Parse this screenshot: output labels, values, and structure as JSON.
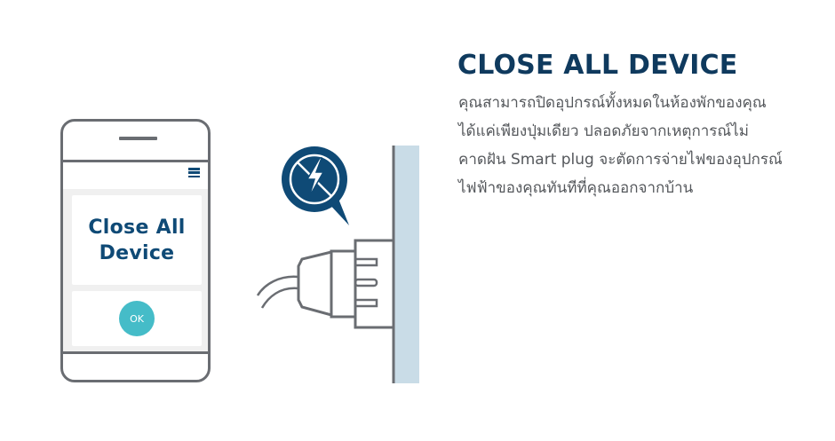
{
  "heading": {
    "title": "CLOSE ALL DEVICE"
  },
  "description": {
    "lines": [
      "คุณสามารถปิดอุปกรณ์ทั้งหมดในห้องพักของคุณ",
      "ได้แค่เพียงปุ่มเดียว ปลอดภัยจากเหตุการณ์ไม่",
      "คาดฝัน Smart plug จะตัดการจ่ายไฟของอุปกรณ์",
      "ไฟฟ้าของคุณทันทีที่คุณออกจากบ้าน"
    ]
  },
  "phone": {
    "menu_icon": "hamburger-menu-icon",
    "card_title_line1": "Close All",
    "card_title_line2": "Device",
    "ok_label": "OK"
  },
  "illustration": {
    "bubble_icon": "no-electricity-icon",
    "plug_icon": "plug-icon",
    "wall": "wall-socket"
  },
  "colors": {
    "brand_navy": "#0f4a76",
    "title_navy": "#0f3a5e",
    "ok_teal": "#45bcc8",
    "outline_gray": "#6a6d72",
    "wall_blue": "#c9dce7",
    "text_gray": "#55585c"
  }
}
